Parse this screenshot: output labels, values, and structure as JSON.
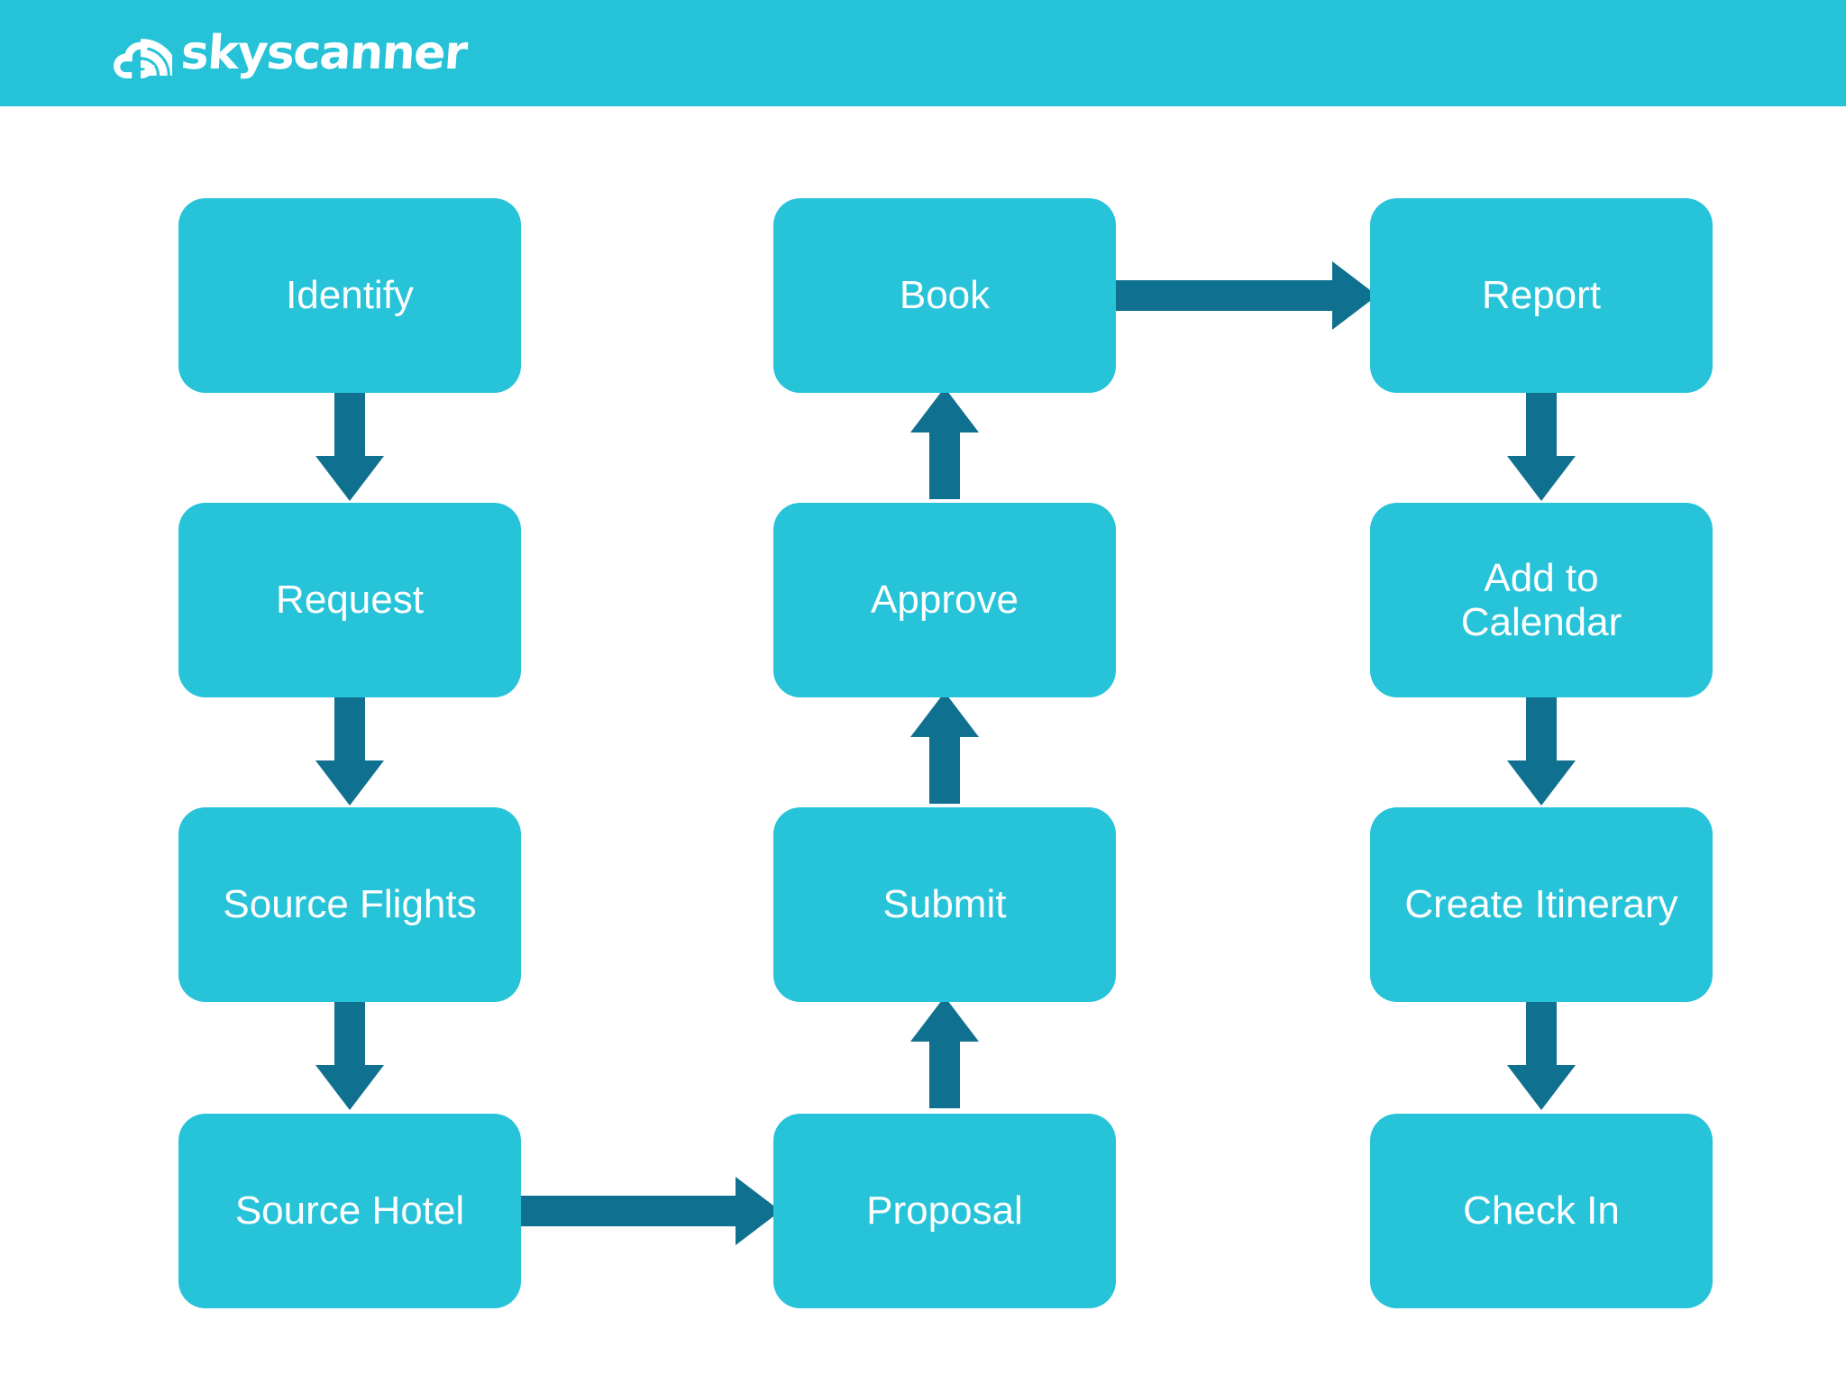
{
  "header": {
    "brand_name": "skyscanner",
    "logo_icon": "skyscanner-cloud-icon",
    "background_color": "#25c2d8"
  },
  "theme": {
    "node_fill": "#27c3d9",
    "node_text": "#ffffff",
    "arrow_color": "#10708f",
    "canvas_background": "#ffffff"
  },
  "chart_data": {
    "type": "diagram",
    "diagram_kind": "flowchart",
    "title": "",
    "columns": 3,
    "rows": 4,
    "nodes": [
      {
        "id": "identify",
        "label": "Identify",
        "column": 1,
        "row": 1
      },
      {
        "id": "request",
        "label": "Request",
        "column": 1,
        "row": 2
      },
      {
        "id": "source-flights",
        "label": "Source Flights",
        "column": 1,
        "row": 3
      },
      {
        "id": "source-hotel",
        "label": "Source Hotel",
        "column": 1,
        "row": 4
      },
      {
        "id": "book",
        "label": "Book",
        "column": 2,
        "row": 1
      },
      {
        "id": "approve",
        "label": "Approve",
        "column": 2,
        "row": 2
      },
      {
        "id": "submit",
        "label": "Submit",
        "column": 2,
        "row": 3
      },
      {
        "id": "proposal",
        "label": "Proposal",
        "column": 2,
        "row": 4
      },
      {
        "id": "report",
        "label": "Report",
        "column": 3,
        "row": 1
      },
      {
        "id": "add-to-calendar",
        "label": "Add to\nCalendar",
        "column": 3,
        "row": 2
      },
      {
        "id": "create-itinerary",
        "label": "Create Itinerary",
        "column": 3,
        "row": 3
      },
      {
        "id": "check-in",
        "label": "Check In",
        "column": 3,
        "row": 4
      }
    ],
    "edges": [
      {
        "from": "identify",
        "to": "request",
        "direction": "down"
      },
      {
        "from": "request",
        "to": "source-flights",
        "direction": "down"
      },
      {
        "from": "source-flights",
        "to": "source-hotel",
        "direction": "down"
      },
      {
        "from": "source-hotel",
        "to": "proposal",
        "direction": "right"
      },
      {
        "from": "proposal",
        "to": "submit",
        "direction": "up"
      },
      {
        "from": "submit",
        "to": "approve",
        "direction": "up"
      },
      {
        "from": "approve",
        "to": "book",
        "direction": "up"
      },
      {
        "from": "book",
        "to": "report",
        "direction": "right"
      },
      {
        "from": "report",
        "to": "add-to-calendar",
        "direction": "down"
      },
      {
        "from": "add-to-calendar",
        "to": "create-itinerary",
        "direction": "down"
      },
      {
        "from": "create-itinerary",
        "to": "check-in",
        "direction": "down"
      }
    ]
  }
}
